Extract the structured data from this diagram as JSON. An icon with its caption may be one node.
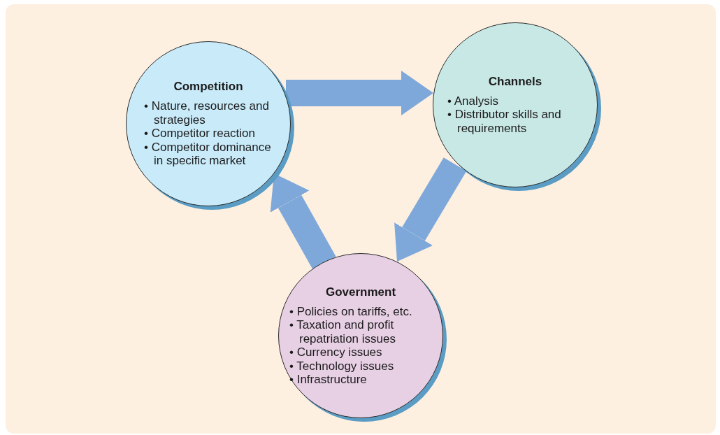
{
  "diagram": {
    "nodes": [
      {
        "text": [
          "Competition",
          "• Nature, resources and strategies",
          "• Competitor reaction",
          "• Competitor dominance in specific market"
        ]
      },
      {
        "text": [
          "Channels",
          "• Analysis",
          "• Distributor skills and requirements"
        ]
      },
      {
        "text": [
          "Government",
          "• Policies on tariffs, etc.",
          "• Taxation and profit repatriation issues",
          "• Currency issues",
          "• Technology issues",
          "• Infrastructure"
        ]
      }
    ],
    "edges": [
      {
        "from": 0,
        "to": 1,
        "arrow": "to"
      },
      {
        "from": 1,
        "to": 2,
        "arrow": "to"
      },
      {
        "from": 2,
        "to": 0,
        "arrow": "to"
      }
    ]
  }
}
